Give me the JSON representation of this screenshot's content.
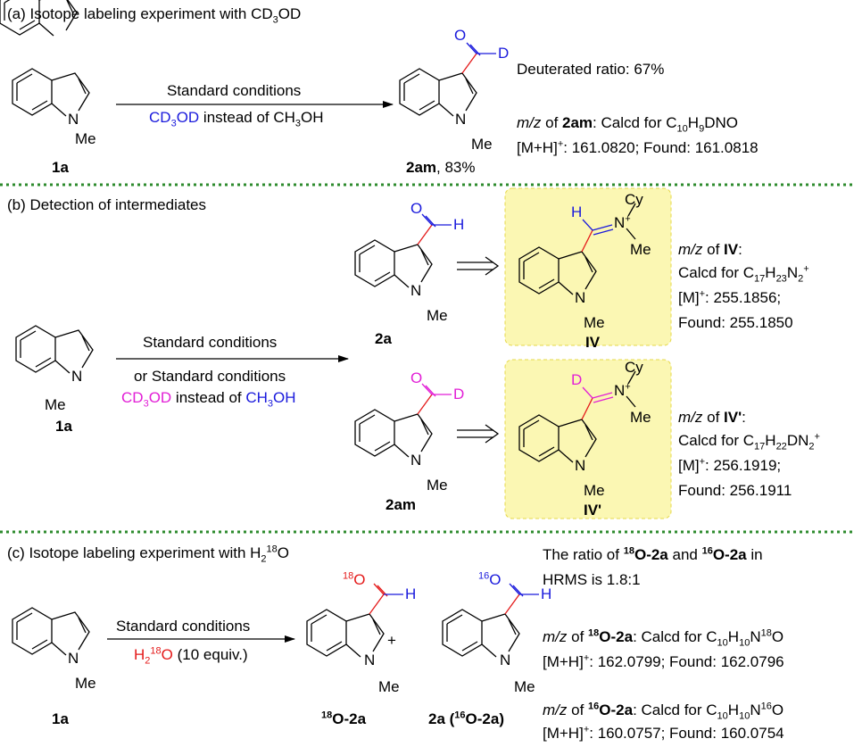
{
  "colors": {
    "blue": "#1a1adc",
    "magenta": "#e21fd6",
    "red": "#e41a1a",
    "highlight_fill": "#fbf7b3",
    "highlight_border": "#e6d84a",
    "separator": "#2e8b2e"
  },
  "panel_a": {
    "title_pre": "(a) Isotope labeling experiment with CD",
    "title_sub": "3",
    "title_post": "OD",
    "cond_top": "Standard conditions",
    "cond_bot_a": "CD",
    "cond_bot_a_sub": "3",
    "cond_bot_b": "OD",
    "cond_bot_c": " instead of CH",
    "cond_bot_c_sub": "3",
    "cond_bot_d": "OH",
    "sm_label": "1a",
    "prod_label_bold": "2am",
    "prod_label_rest": ", 83%",
    "info_line1": "Deuterated ratio: 67%",
    "info_mz": "m/z",
    "info_of": " of ",
    "info_cmpd": "2am",
    "info_calcd": ": Calcd for C",
    "info_f1": "10",
    "info_f2": "H",
    "info_f3": "9",
    "info_f4": "DNO",
    "info_ion": "[M+H]",
    "info_plus": "+",
    "info_vals": ": 161.0820; Found: 161.0818",
    "atom_o": "O",
    "atom_d": "D",
    "atom_n": "N",
    "me": "Me"
  },
  "panel_b": {
    "title": "(b) Detection of intermediates",
    "cond_top": "Standard conditions",
    "cond_mid": "or Standard conditions",
    "cond_bot_a": "CD",
    "cond_bot_a_sub": "3",
    "cond_bot_b": "OD",
    "cond_bot_c": " instead of ",
    "cond_bot_d": "CH",
    "cond_bot_d_sub": "3",
    "cond_bot_e": "OH",
    "sm_label": "1a",
    "p1_label": "2a",
    "p2_label": "2am",
    "int1_label": "IV",
    "int2_label": "IV'",
    "atom_h": "H",
    "atom_d": "D",
    "atom_o": "O",
    "atom_n": "N",
    "cy": "Cy",
    "me": "Me",
    "plus": "+",
    "iv_mz": "m/z",
    "iv_of": " of ",
    "iv_cmpd": "IV",
    "iv_colon": ":",
    "iv_calcd": "Calcd for C",
    "iv_f1": "17",
    "iv_f2": "H",
    "iv_f3": "23",
    "iv_f4": "N",
    "iv_f5": "2",
    "iv_f6": "+",
    "iv_ion": "[M]",
    "iv_plus": "+",
    "iv_calc_val": ": 255.1856;",
    "iv_found": "Found: 255.1850",
    "ivp_cmpd": "IV'",
    "ivp_f3": "22",
    "ivp_f4": "DN",
    "ivp_calc_val": ": 256.1919;",
    "ivp_found": "Found: 256.1911"
  },
  "panel_c": {
    "title_pre": "(c) Isotope labeling experiment with H",
    "title_sub": "2",
    "title_sup": "18",
    "title_post": "O",
    "cond_top": "Standard conditions",
    "cond_bot_a": "H",
    "cond_bot_a_sub": "2",
    "cond_bot_a_sup": "18",
    "cond_bot_b": "O",
    "cond_bot_c": " (10 equiv.)",
    "sm_label": "1a",
    "p1_sup": "18",
    "p1_label": "O-2a",
    "p2_label_a": "2a (",
    "p2_sup": "16",
    "p2_label_b": "O-2a)",
    "o18": "18",
    "o16": "16",
    "atom_o": "O",
    "atom_h": "H",
    "atom_n": "N",
    "me": "Me",
    "plus": "+",
    "ratio_a": "The ratio of ",
    "ratio_sup1": "18",
    "ratio_c1": "O-2a",
    "ratio_b": " and ",
    "ratio_sup2": "16",
    "ratio_c2": "O-2a",
    "ratio_in": " in",
    "ratio_line2": "HRMS is 1.8:1",
    "mz": "m/z",
    "of": " of ",
    "calcd": ": Calcd for C",
    "f1": "10",
    "f2": "H",
    "f3": "10",
    "f4": "N",
    "f5_18": "18",
    "f5_16": "16",
    "f6": "O",
    "ion": "[M+H]",
    "ion_plus": "+",
    "v18": ": 162.0799; Found: 162.0796",
    "v16": ": 160.0757; Found: 160.0754"
  }
}
